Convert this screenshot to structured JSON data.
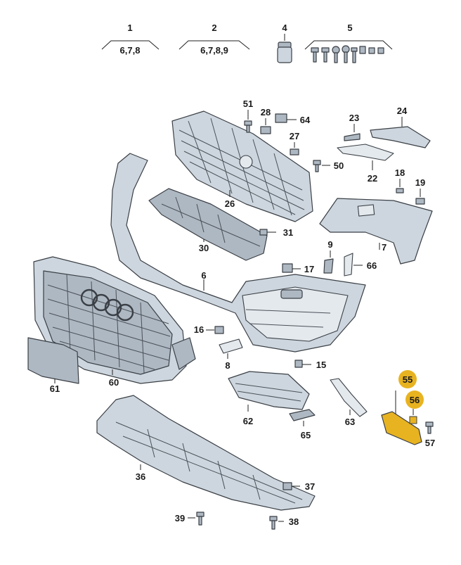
{
  "callouts": [
    {
      "id": "c1",
      "label": "1"
    },
    {
      "id": "c2",
      "label": "2"
    },
    {
      "id": "c4",
      "label": "4"
    },
    {
      "id": "c5",
      "label": "5"
    },
    {
      "id": "c51",
      "label": "51"
    },
    {
      "id": "c28",
      "label": "28"
    },
    {
      "id": "c64",
      "label": "64"
    },
    {
      "id": "c23",
      "label": "23"
    },
    {
      "id": "c24",
      "label": "24"
    },
    {
      "id": "c27",
      "label": "27"
    },
    {
      "id": "c50",
      "label": "50"
    },
    {
      "id": "c22",
      "label": "22"
    },
    {
      "id": "c18",
      "label": "18"
    },
    {
      "id": "c19",
      "label": "19"
    },
    {
      "id": "c26",
      "label": "26"
    },
    {
      "id": "c31",
      "label": "31"
    },
    {
      "id": "c30",
      "label": "30"
    },
    {
      "id": "c7",
      "label": "7"
    },
    {
      "id": "c9",
      "label": "9"
    },
    {
      "id": "c66",
      "label": "66"
    },
    {
      "id": "c17",
      "label": "17"
    },
    {
      "id": "c6",
      "label": "6"
    },
    {
      "id": "c16",
      "label": "16"
    },
    {
      "id": "c8",
      "label": "8"
    },
    {
      "id": "c15",
      "label": "15"
    },
    {
      "id": "c61",
      "label": "61"
    },
    {
      "id": "c60",
      "label": "60"
    },
    {
      "id": "c62",
      "label": "62"
    },
    {
      "id": "c63",
      "label": "63"
    },
    {
      "id": "c65",
      "label": "65"
    },
    {
      "id": "c55",
      "label": "55"
    },
    {
      "id": "c56",
      "label": "56"
    },
    {
      "id": "c57",
      "label": "57"
    },
    {
      "id": "c36",
      "label": "36"
    },
    {
      "id": "c37",
      "label": "37"
    },
    {
      "id": "c39",
      "label": "39"
    },
    {
      "id": "c38",
      "label": "38"
    }
  ],
  "groups": [
    {
      "id": "g1",
      "items": "6,7,8"
    },
    {
      "id": "g2",
      "items": "6,7,8,9"
    }
  ],
  "colors": {
    "highlight": "#e8b320",
    "part_fill": "#cdd6de",
    "outline": "#3a3f45"
  }
}
